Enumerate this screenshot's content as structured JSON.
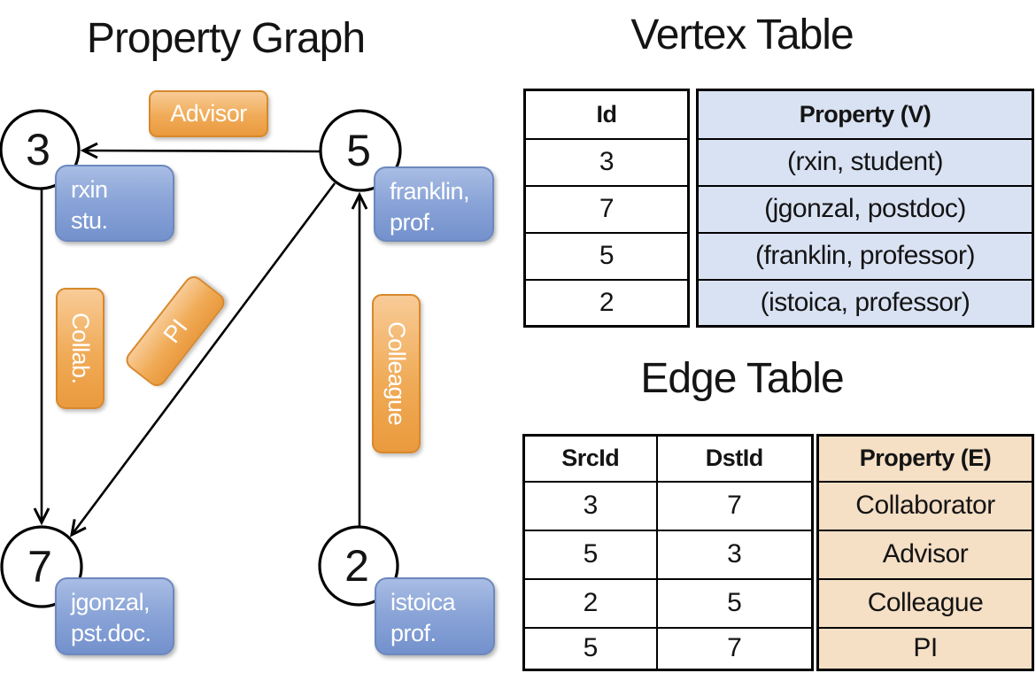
{
  "titles": {
    "graph": "Property Graph",
    "vertex_table": "Vertex Table",
    "edge_table": "Edge Table"
  },
  "graph": {
    "nodes": {
      "n3": {
        "id": "3",
        "line1": "rxin",
        "line2": "stu."
      },
      "n5": {
        "id": "5",
        "line1": "franklin,",
        "line2": "prof."
      },
      "n7": {
        "id": "7",
        "line1": "jgonzal,",
        "line2": "pst.doc."
      },
      "n2": {
        "id": "2",
        "line1": "istoica",
        "line2": "prof."
      }
    },
    "edge_labels": {
      "advisor": "Advisor",
      "collab": "Collab.",
      "pi": "PI",
      "colleague": "Colleague"
    }
  },
  "vertex_table": {
    "headers": {
      "id": "Id",
      "property": "Property (V)"
    },
    "rows": [
      {
        "id": "3",
        "property": "(rxin, student)"
      },
      {
        "id": "7",
        "property": "(jgonzal, postdoc)"
      },
      {
        "id": "5",
        "property": "(franklin, professor)"
      },
      {
        "id": "2",
        "property": "(istoica, professor)"
      }
    ]
  },
  "edge_table": {
    "headers": {
      "src": "SrcId",
      "dst": "DstId",
      "property": "Property (E)"
    },
    "rows": [
      {
        "src": "3",
        "dst": "7",
        "property": "Collaborator"
      },
      {
        "src": "5",
        "dst": "3",
        "property": "Advisor"
      },
      {
        "src": "2",
        "dst": "5",
        "property": "Colleague"
      },
      {
        "src": "5",
        "dst": "7",
        "property": "PI"
      }
    ]
  },
  "colors": {
    "edge_label_gradient_top": "#f8cb97",
    "edge_label_gradient_bottom": "#ea9a3e",
    "edge_label_border": "#d8882b",
    "vertex_label_gradient_top": "#a9bde4",
    "vertex_label_gradient_bottom": "#7391cd",
    "vertex_label_border": "#6c88be",
    "vertex_table_fill": "#d9e2f3",
    "edge_table_fill": "#f5dfc5",
    "graph_line": "#000000",
    "text_on_chip": "#ffffff"
  }
}
